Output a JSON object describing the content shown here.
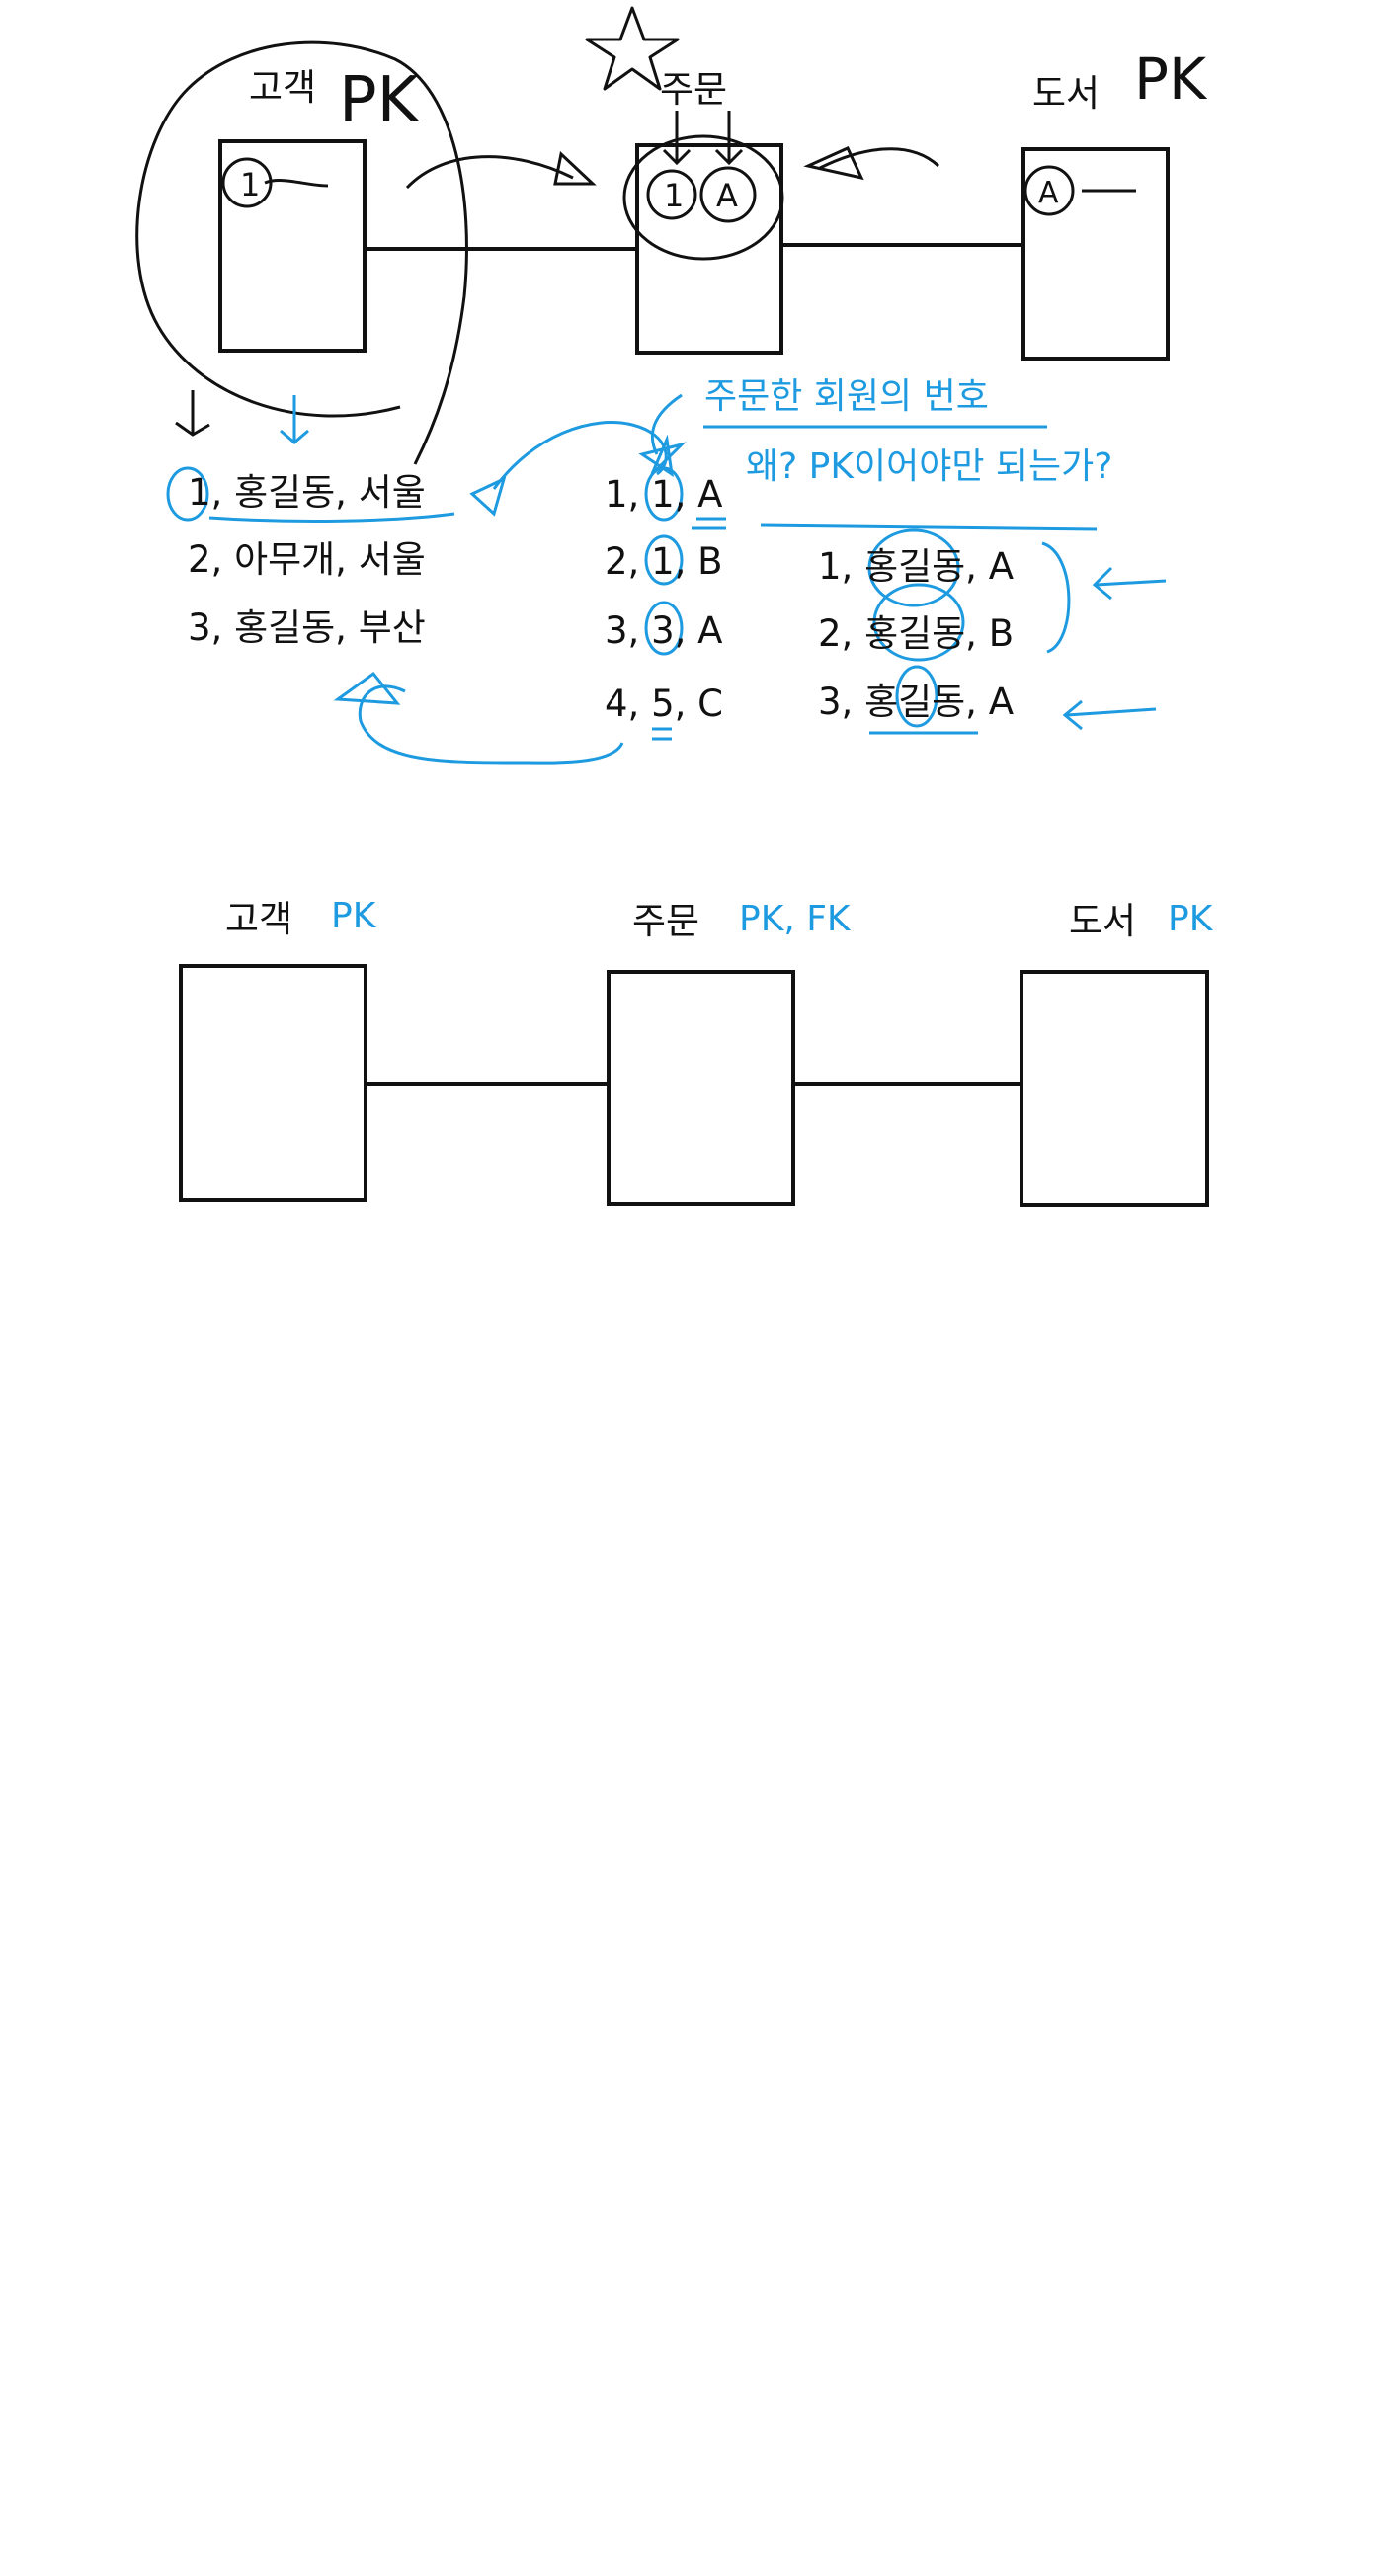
{
  "top_diagram": {
    "entities": [
      {
        "name": "고객",
        "annotation": "PK"
      },
      {
        "name": "주문",
        "annotation": ""
      },
      {
        "name": "도서",
        "annotation": "PK"
      }
    ],
    "customer_key_mark": "1",
    "order_key_marks": [
      "1",
      "A"
    ],
    "book_key_mark": "A",
    "customers": [
      "1, 홍길동, 서울",
      "2, 아무개, 서울",
      "3, 홍길동, 부산"
    ],
    "orders": [
      "1, 1, A",
      "2, 1, B",
      "3, 3, A",
      "4, 5, C"
    ],
    "joined_rows": [
      "1, 홍길동, A",
      "2, 홍길동, B",
      "3, 홍길동, A"
    ],
    "notes": {
      "ordering_member_number": "주문한 회원의 번호",
      "why_pk": "왜? PK이어야만 되는가?"
    }
  },
  "bottom_diagram": {
    "entities": [
      {
        "name": "고객",
        "keys": "PK"
      },
      {
        "name": "주문",
        "keys": "PK, FK"
      },
      {
        "name": "도서",
        "keys": "PK"
      }
    ]
  },
  "colors": {
    "ink": "#111111",
    "annotation": "#1e9be0"
  }
}
